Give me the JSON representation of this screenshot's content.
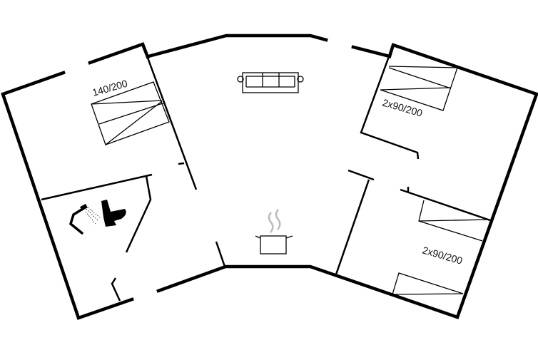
{
  "floorplan": {
    "beds": [
      {
        "label": "140/200"
      },
      {
        "label": "2x90/200"
      },
      {
        "label": "2x90/200"
      }
    ],
    "icons": [
      "sofa-icon",
      "shower-icon",
      "toilet-icon",
      "cooking-pot-icon"
    ],
    "colors": {
      "walls": "#000000",
      "background": "#ffffff",
      "steam": "#bbbbbb"
    }
  }
}
